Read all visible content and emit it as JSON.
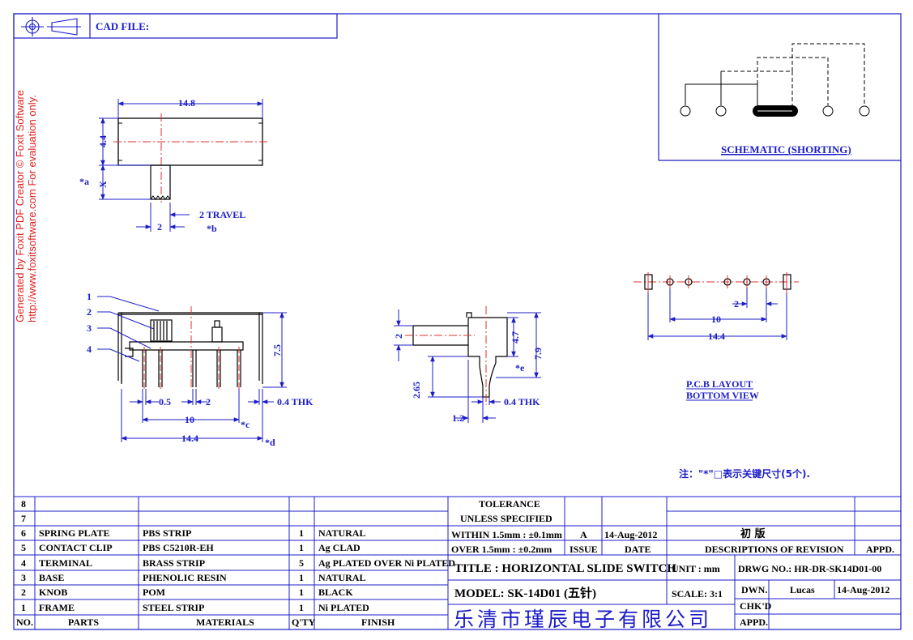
{
  "colors": {
    "line": "#1c1cc8",
    "center_line": "#e23030",
    "part": "#000000",
    "watermark": "#e02020"
  },
  "header": {
    "cad_file_label": "CAD FILE:",
    "projection_icon": "third-angle-projection-icon"
  },
  "watermark": {
    "line1": "Generated by Foxit PDF Creator © Foxit Software",
    "line2": "http://www.foxitsoftware.com   For evaluation only."
  },
  "top_view": {
    "width_dim": "14.8",
    "height_dim": "4.4",
    "knob_dim": "X",
    "knob_note": "*a",
    "knob_width_dim": "2",
    "travel_label": "2 TRAVEL",
    "travel_note": "*b"
  },
  "front_view": {
    "callouts": [
      "1",
      "2",
      "3",
      "4"
    ],
    "pitch_small": "0.5",
    "pitch": "2",
    "thk_label": "0.4 THK",
    "span_10": "10",
    "note_c": "*c",
    "span_14": "14.4",
    "note_d": "*d",
    "height": "7.5"
  },
  "side_view": {
    "knob_height": "2",
    "body_height": "4.7",
    "total_height": "7.9",
    "note_e": "*e",
    "pin_length": "2.65",
    "thk_label": "0.4 THK",
    "pin_offset": "1.2"
  },
  "schematic": {
    "title": "SCHEMATIC (SHORTING)"
  },
  "pcb": {
    "pitch": "2",
    "span_10": "10",
    "span_14": "14.4",
    "title_line1": "P.C.B LAYOUT",
    "title_line2": "BOTTOM VIEW"
  },
  "note": "注：\"*\"□表示关键尺寸(5个).",
  "bom": {
    "rows": [
      {
        "no": "8",
        "part": "",
        "material": "",
        "qty": "",
        "finish": ""
      },
      {
        "no": "7",
        "part": "",
        "material": "",
        "qty": "",
        "finish": ""
      },
      {
        "no": "6",
        "part": "SPRING PLATE",
        "material": "PBS STRIP",
        "qty": "1",
        "finish": "NATURAL"
      },
      {
        "no": "5",
        "part": "CONTACT CLIP",
        "material": "PBS C5210R-EH",
        "qty": "1",
        "finish": "Ag CLAD"
      },
      {
        "no": "4",
        "part": "TERMINAL",
        "material": "BRASS STRIP",
        "qty": "5",
        "finish": "Ag PLATED OVER Ni PLATED"
      },
      {
        "no": "3",
        "part": "BASE",
        "material": "PHENOLIC RESIN",
        "qty": "1",
        "finish": "NATURAL"
      },
      {
        "no": "2",
        "part": "KNOB",
        "material": "POM",
        "qty": "1",
        "finish": "BLACK"
      },
      {
        "no": "1",
        "part": "FRAME",
        "material": "STEEL STRIP",
        "qty": "1",
        "finish": "Ni PLATED"
      }
    ],
    "headers": {
      "no": "NO.",
      "part": "PARTS",
      "material": "MATERIALS",
      "qty": "Q'TY",
      "finish": "FINISH"
    }
  },
  "tolerance": {
    "line1": "TOLERANCE",
    "line2": "UNLESS  SPECIFIED",
    "within": "WITHIN 1.5mm : ±0.1mm",
    "over": "OVER 1.5mm : ±0.2mm"
  },
  "revision": {
    "issue": "A",
    "date": "14-Aug-2012",
    "description": "初 版",
    "issue_label": "ISSUE",
    "date_label": "DATE",
    "desc_label": "DESCRIPTIONS OF REVISION",
    "appd_label": "APPD."
  },
  "title_block": {
    "title": "TITLE :  HORIZONTAL SLIDE SWITCH",
    "unit": "UNIT :  mm",
    "drawing_no": "DRWG NO.: HR-DR-SK14D01-00",
    "model": "MODEL:  SK-14D01 (五针)",
    "scale": "SCALE:  3:1",
    "dwn_label": "DWN.",
    "dwn_name": "Lucas",
    "dwn_date": "14-Aug-2012",
    "chkd_label": "CHK'D",
    "appd_label": "APPD.",
    "company": "乐清市瑾辰电子有限公司"
  }
}
